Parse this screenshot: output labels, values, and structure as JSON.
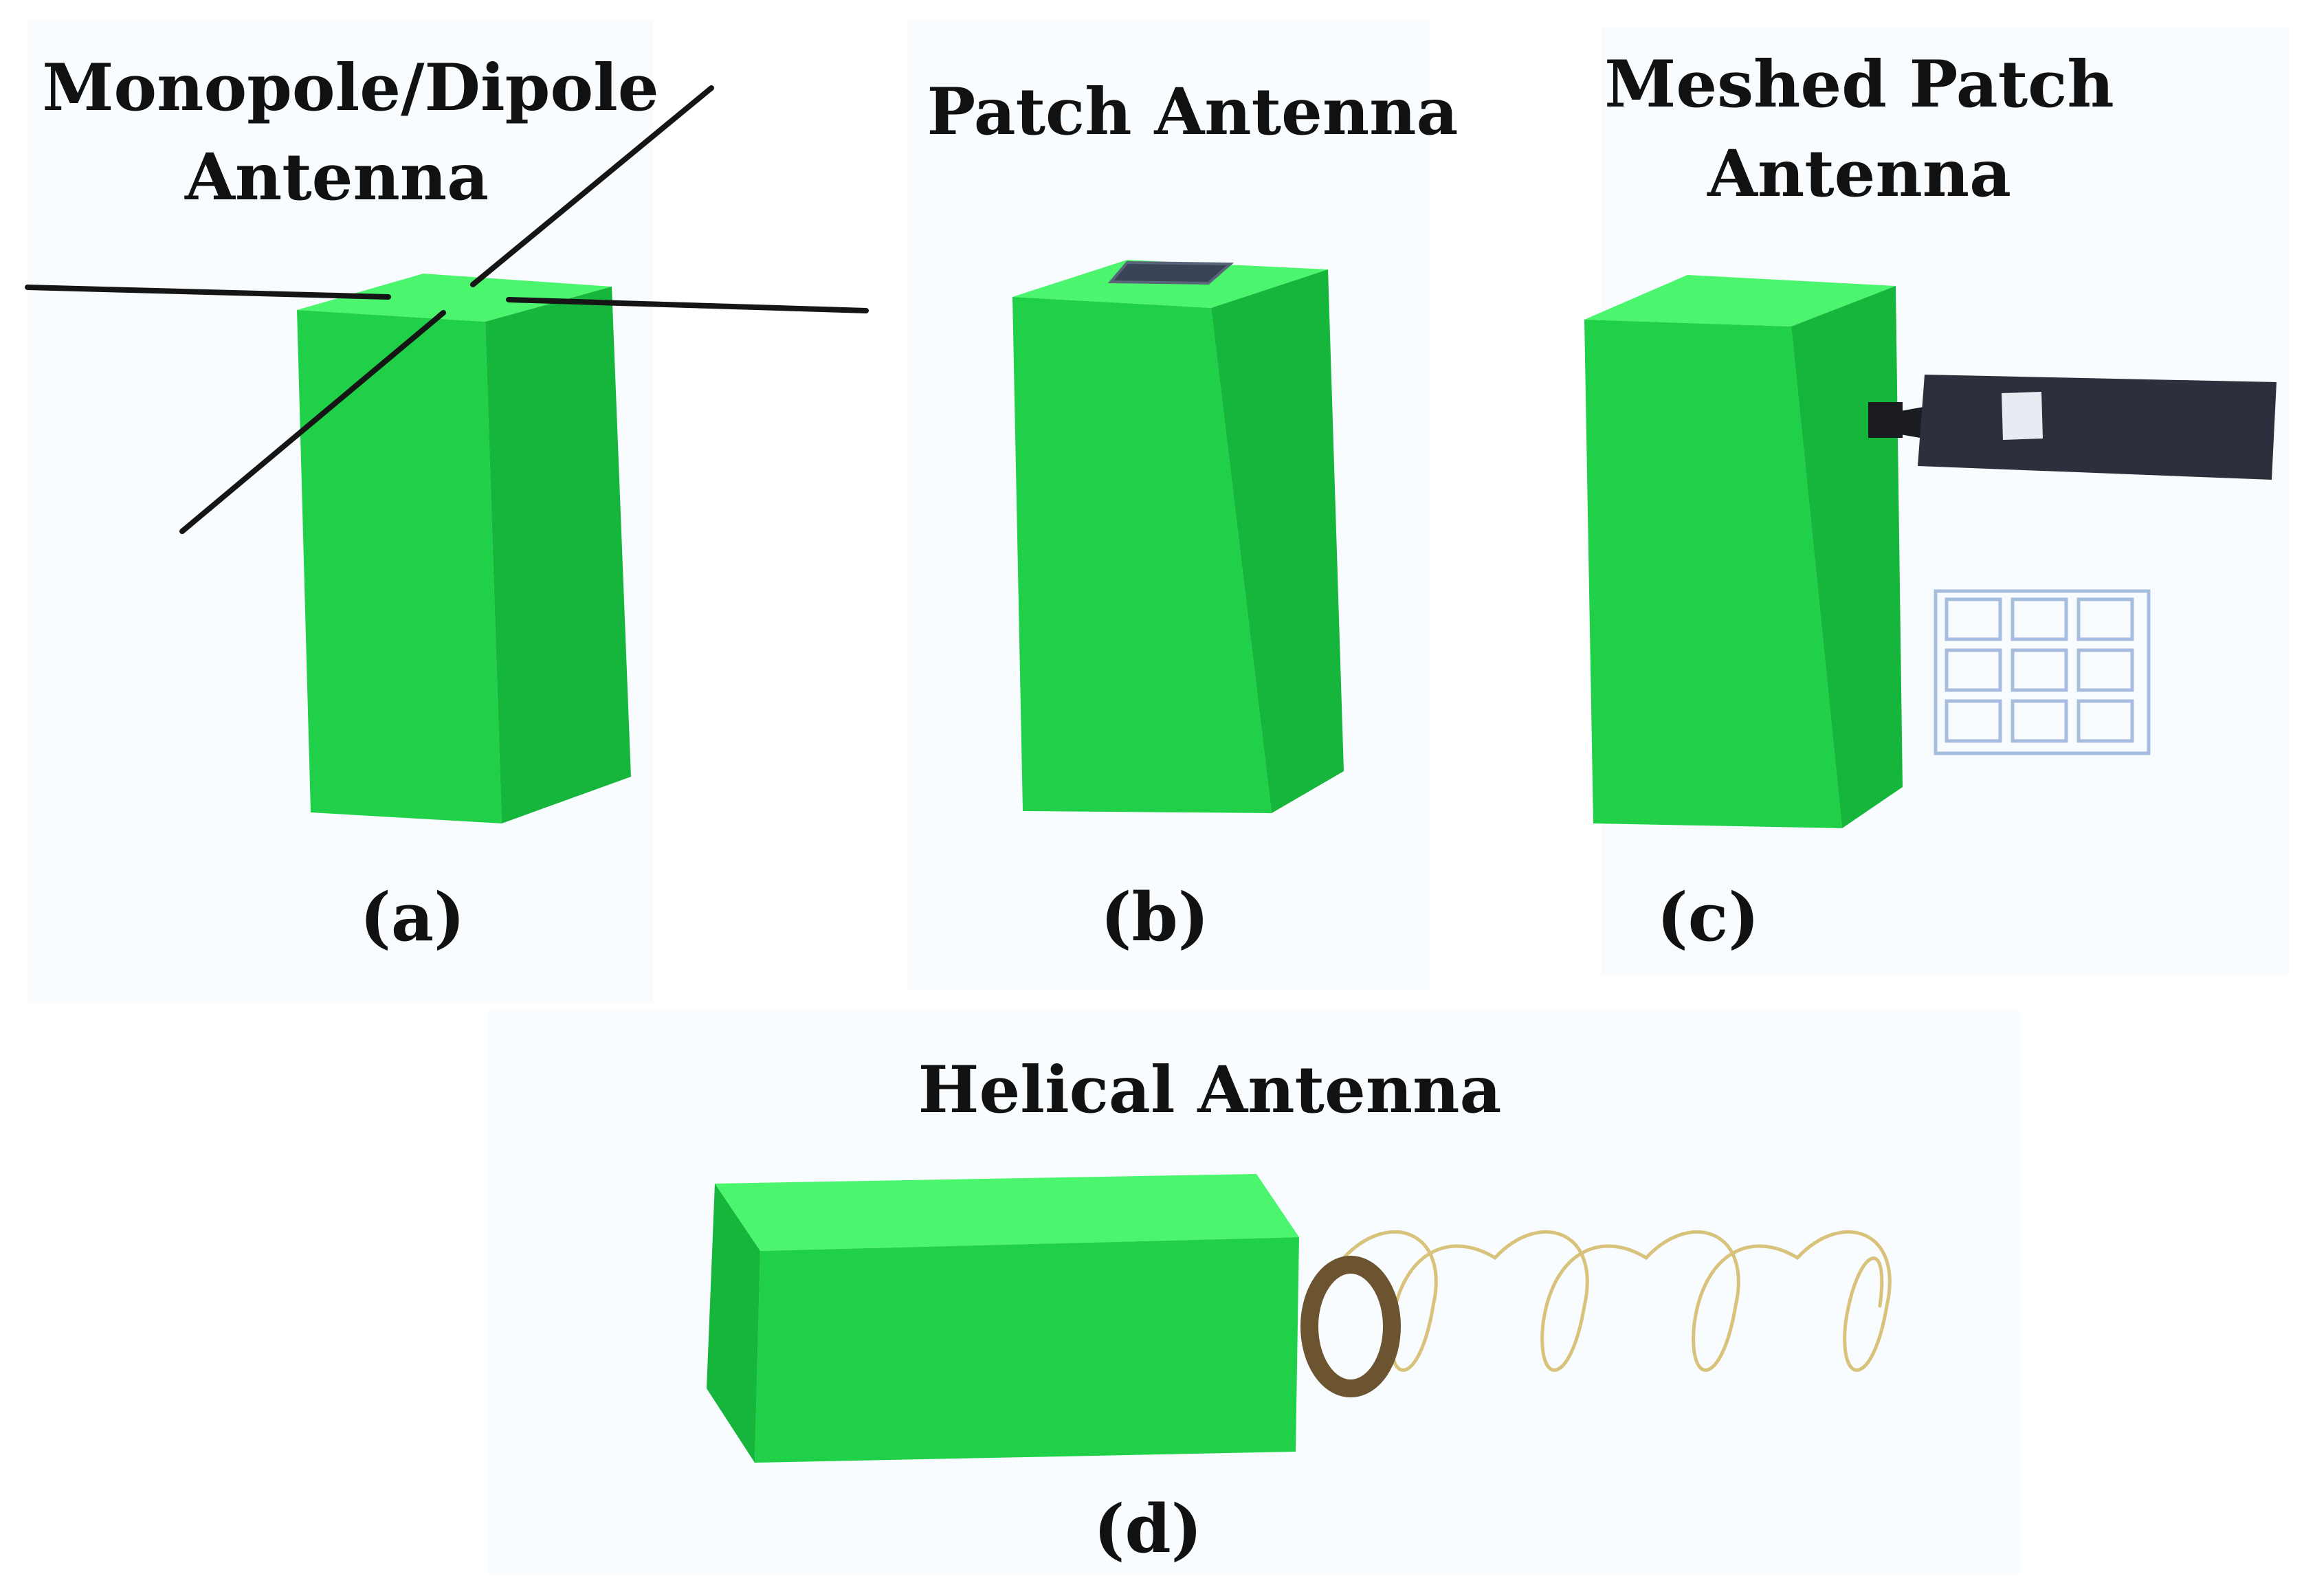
{
  "figure": {
    "colors": {
      "cube_top": "#4cf56e",
      "cube_front": "#1fd048",
      "cube_side": "#16b53c",
      "wire": "#151515",
      "patch": "#3b4456",
      "mesh_grid": "#a7bddf",
      "dark_panel": "#2b303c",
      "helix": "#d8c27c",
      "ring": "#6d5430"
    },
    "panels": [
      {
        "id": "a",
        "title_lines": [
          "Monopole/Dipole",
          "Antenna"
        ],
        "caption": "(a)",
        "icon": "cube-with-crossed-dipole-wires"
      },
      {
        "id": "b",
        "title_lines": [
          "Patch Antenna"
        ],
        "caption": "(b)",
        "icon": "cube-with-top-patch"
      },
      {
        "id": "c",
        "title_lines": [
          "Meshed Patch",
          "Antenna"
        ],
        "caption": "(c)",
        "icon": "cube-with-side-panel-and-mesh-grid"
      },
      {
        "id": "d",
        "title_lines": [
          "Helical Antenna"
        ],
        "caption": "(d)",
        "icon": "lying-cube-with-helix-coil"
      }
    ]
  }
}
